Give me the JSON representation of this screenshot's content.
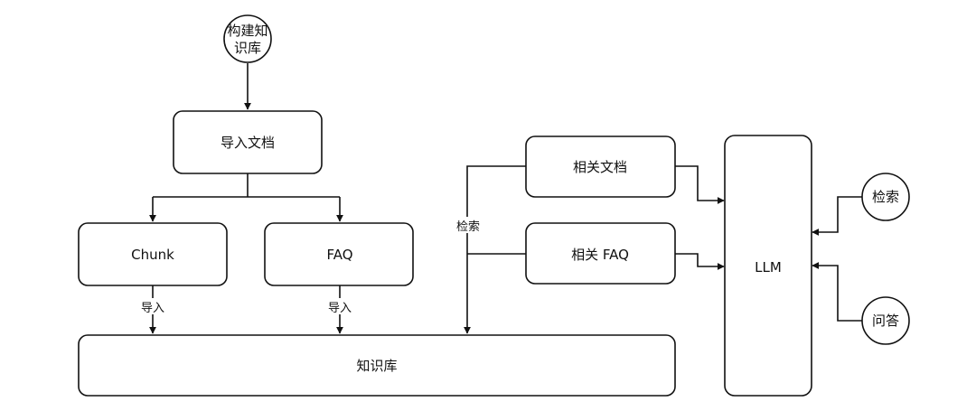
{
  "nodes": {
    "build_kb": {
      "line1": "构建知",
      "line2": "识库"
    },
    "import_docs": {
      "label": "导入文档"
    },
    "chunk": {
      "label": "Chunk"
    },
    "faq": {
      "label": "FAQ"
    },
    "knowledge_base": {
      "label": "知识库"
    },
    "related_docs": {
      "label": "相关文档"
    },
    "related_faq": {
      "label": "相关 FAQ"
    },
    "llm": {
      "label": "LLM"
    },
    "retrieve": {
      "label": "检索"
    },
    "question": {
      "label": "问答"
    }
  },
  "edges": {
    "chunk_import": "导入",
    "faq_import": "导入",
    "retrieve_label": "检索"
  }
}
